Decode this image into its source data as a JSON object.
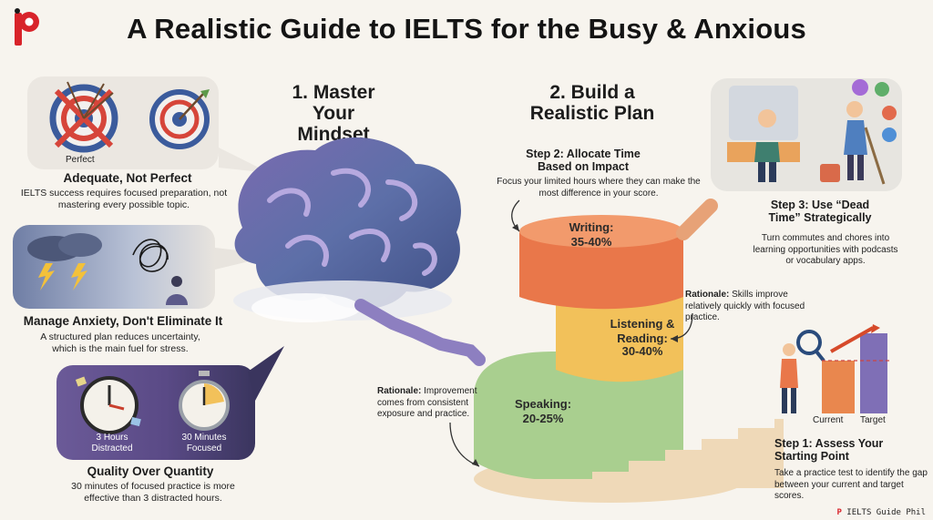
{
  "title": "A Realistic Guide to IELTS for the Busy & Anxious",
  "footer": "IELTS Guide Phil",
  "colors": {
    "writing": "#e9774a",
    "listening_reading": "#f2c15a",
    "speaking": "#a9cf8f",
    "mindset_purple": "#6f5fa6",
    "accent_blue": "#3b5b9c"
  },
  "mindset": {
    "heading": "1. Master Your Mindset",
    "items": [
      {
        "art_label": "Perfect",
        "title": "Adequate, Not Perfect",
        "text": "IELTS success requires focused preparation, not mastering every possible topic."
      },
      {
        "title": "Manage Anxiety, Don't Eliminate It",
        "text": "A structured plan reduces uncertainty, which is the main fuel for stress."
      },
      {
        "clock_left": "3 Hours Distracted",
        "clock_right": "30 Minutes Focused",
        "title": "Quality Over Quantity",
        "text": "30 minutes of focused practice is more effective than 3 distracted hours."
      }
    ]
  },
  "plan": {
    "heading": "2. Build a Realistic Plan",
    "step2": {
      "title": "Step 2: Allocate Time Based on Impact",
      "text": "Focus your limited hours where they can make the most difference in your score."
    },
    "step3": {
      "title": "Step 3: Use “Dead Time” Strategically",
      "text": "Turn commutes and chores into learning opportunities with podcasts or vocabulary apps."
    },
    "step1": {
      "title": "Step 1: Assess Your Starting Point",
      "text": "Take a practice test to identify the gap between your current and target scores.",
      "bar_current": "Current",
      "bar_target": "Target"
    },
    "segments": [
      {
        "name": "Writing:",
        "range": "35-40%"
      },
      {
        "name": "Listening & Reading:",
        "range": "30-40%"
      },
      {
        "name": "Speaking:",
        "range": "20-25%"
      }
    ],
    "rationale_right": {
      "label": "Rationale:",
      "text": " Skills improve relatively quickly with focused practice."
    },
    "rationale_left": {
      "label": "Rationale:",
      "text": " Improvement comes from consistent exposure and practice."
    }
  }
}
